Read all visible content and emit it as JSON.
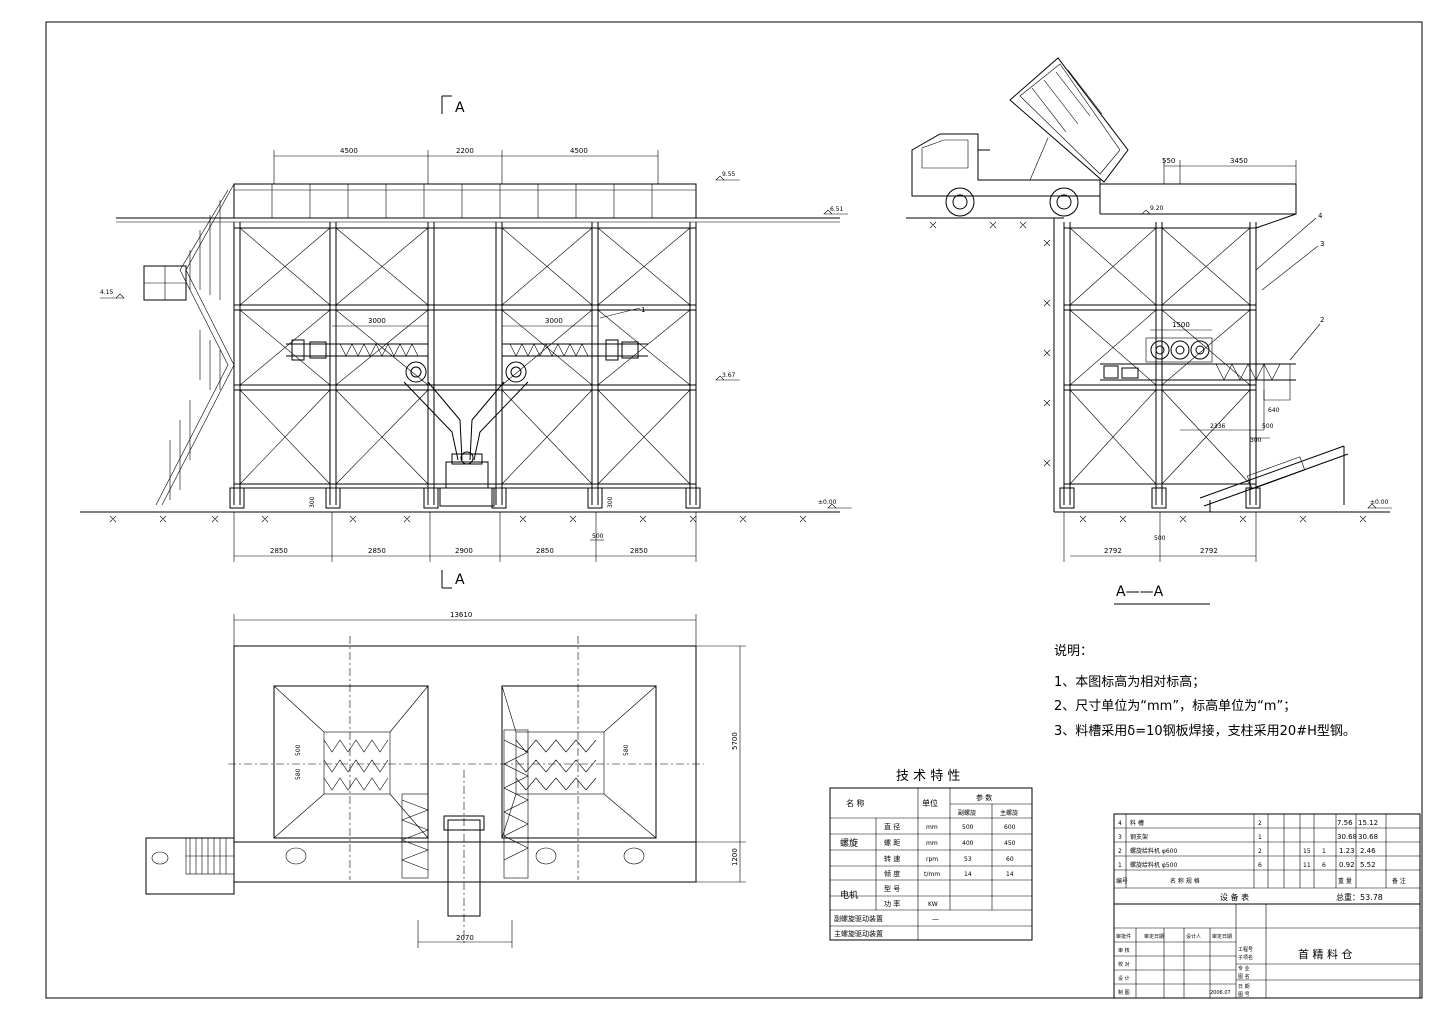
{
  "section_marks": [
    "A",
    "A"
  ],
  "section_title": "A——A",
  "front_view": {
    "top_dims": [
      "4500",
      "2200",
      "4500"
    ],
    "bottom_dims": [
      "2850",
      "2850",
      "2900",
      "2850",
      "2850"
    ],
    "screw_dims": [
      "3000",
      "3000"
    ],
    "elevations": [
      "9.55",
      "6.51",
      "4.15",
      "3.67",
      "±0.00"
    ],
    "small_dims": [
      "500",
      "300",
      "300"
    ],
    "callout": "1"
  },
  "side_view": {
    "top_dims": [
      "550",
      "3450"
    ],
    "elev_truck": "9.20",
    "screw_dim": "1500",
    "right_dims": [
      "640",
      "2336",
      "500",
      "300"
    ],
    "bottom_dims": [
      "2792",
      "2792"
    ],
    "small_dim": "500",
    "elevation": "±0.00",
    "callouts": [
      "4",
      "3",
      "2"
    ]
  },
  "plan_view": {
    "total_width": "13610",
    "height_dims": [
      "5700",
      "1200"
    ],
    "inner_dims": [
      "500",
      "580",
      "580"
    ],
    "conveyor_dim": "2070"
  },
  "notes": {
    "title": "说明：",
    "items": [
      "1、本图标高为相对标高；",
      "2、尺寸单位为“mm”，标高单位为“m”；",
      "3、料槽采用δ=10钢板焊接，支柱采用20#H型钢。"
    ]
  },
  "tech_table": {
    "title": "技 术 特 性",
    "header": {
      "name": "名  称",
      "unit": "单位",
      "params": "参    数",
      "sub1": "副螺旋",
      "sub2": "主螺旋"
    },
    "screw_label": "螺旋",
    "screw_rows": [
      {
        "name": "直 径",
        "unit": "mm",
        "v1": "500",
        "v2": "600"
      },
      {
        "name": "螺 距",
        "unit": "mm",
        "v1": "400",
        "v2": "450"
      },
      {
        "name": "转 速",
        "unit": "rpm",
        "v1": "53",
        "v2": "60"
      },
      {
        "name": "倾 度",
        "unit": "t/mm",
        "v1": "14",
        "v2": "14"
      }
    ],
    "motor_label": "电机",
    "motor_rows": [
      {
        "name": "型 号",
        "unit": "",
        "v1": "",
        "v2": ""
      },
      {
        "name": "功 率",
        "unit": "KW",
        "v1": "",
        "v2": ""
      }
    ],
    "extra_rows": [
      {
        "name": "副螺旋驱动装置",
        "value": "—"
      },
      {
        "name": "主螺旋驱动装置",
        "value": ""
      }
    ]
  },
  "parts_list": {
    "rows": [
      {
        "no": "4",
        "name": "料 槽",
        "qty": "2",
        "c1": "",
        "c2": "",
        "w1": "7.56",
        "w2": "15.12"
      },
      {
        "no": "3",
        "name": "钢支架",
        "qty": "1",
        "c1": "",
        "c2": "",
        "w1": "30.68",
        "w2": "30.68"
      },
      {
        "no": "2",
        "name": "螺旋给料机 φ600",
        "qty": "2",
        "c1": "15",
        "c2": "1",
        "w1": "1.23",
        "w2": "2.46"
      },
      {
        "no": "1",
        "name": "螺旋给料机 φ500",
        "qty": "6",
        "c1": "11",
        "c2": "6",
        "w1": "0.92",
        "w2": "5.52"
      }
    ],
    "header": {
      "no": "编号",
      "name": "名 称 规 格",
      "w": "重 量",
      "note": "备 注"
    },
    "table_label": "设  备  表",
    "total": "总重：53.78"
  },
  "title_block": {
    "drawing_title": "首 精 料 仓",
    "cells": [
      "审批件",
      "审定日期",
      "设计人",
      "审定日期",
      "工程号",
      "子项名",
      "专 业",
      "图 名",
      "日 期",
      "图 号",
      "审 核",
      "校 对",
      "设 计",
      "制 图"
    ],
    "date_value": "2006.07"
  }
}
